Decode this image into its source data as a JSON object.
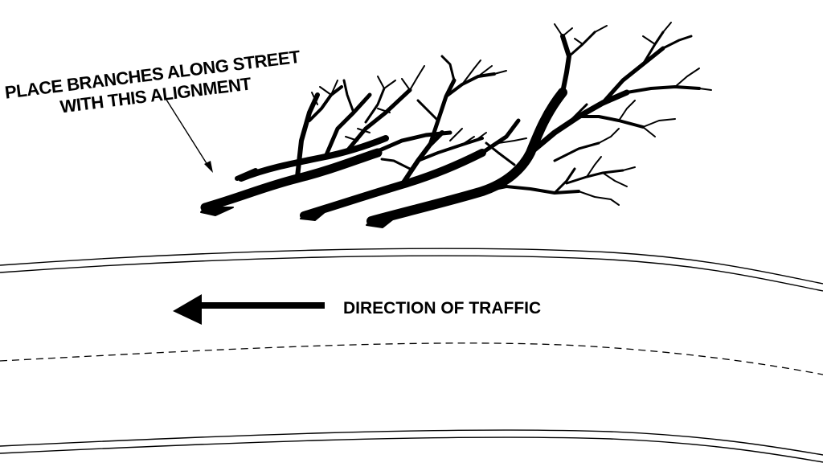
{
  "instruction": {
    "line1": "PLACE BRANCHES ALONG STREET",
    "line2": "WITH THIS ALIGNMENT"
  },
  "traffic": {
    "label": "DIRECTION OF TRAFFIC",
    "direction": "left"
  },
  "icons": {
    "branches": "tree-branches-illustration",
    "pointer": "pointer-arrow-icon",
    "traffic_arrow": "left-arrow-icon"
  },
  "colors": {
    "ink": "#000000",
    "background": "#ffffff"
  }
}
